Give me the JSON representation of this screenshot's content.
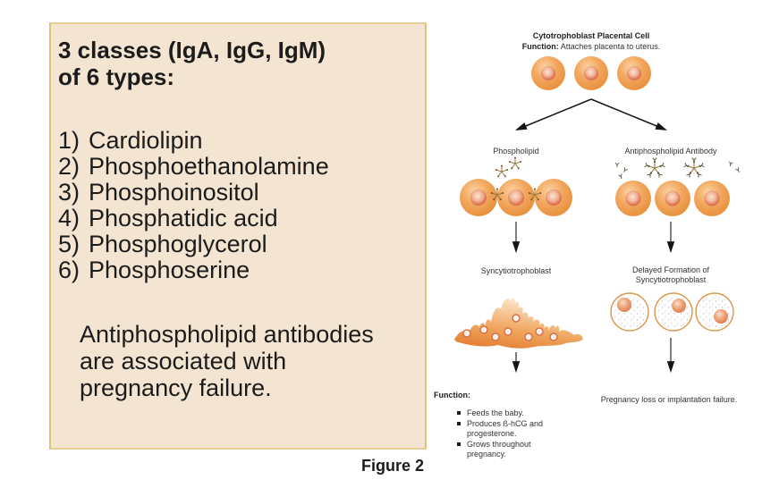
{
  "left_panel": {
    "heading": {
      "line1": "3 classes (IgA, IgG, IgM)",
      "line2": "of 6 types:"
    },
    "items": [
      {
        "num": "1)",
        "label": "Cardiolipin"
      },
      {
        "num": "2)",
        "label": "Phosphoethanolamine"
      },
      {
        "num": "3)",
        "label": "Phosphoinositol"
      },
      {
        "num": "4)",
        "label": "Phosphatidic acid"
      },
      {
        "num": "5)",
        "label": "Phosphoglycerol"
      },
      {
        "num": "6)",
        "label": "Phosphoserine"
      }
    ],
    "note": {
      "line1": "Antiphospholipid antibodies",
      "line2": "are associated with",
      "line3": "pregnancy failure."
    }
  },
  "figure_caption": "Figure 2",
  "diagram": {
    "header": {
      "title": "Cytotrophoblast Placental Cell",
      "function_label": "Function:",
      "function_text": " Attaches placenta to uterus."
    },
    "left_branch": {
      "label": "Phospholipid",
      "stage_label": "Syncytiotrophoblast",
      "function_heading": "Function:",
      "bullets": [
        "Feeds the baby.",
        "Produces ß-hCG and progesterone.",
        "Grows throughout pregnancy."
      ]
    },
    "right_branch": {
      "label": "Antiphospholipid Antibody",
      "stage_label_line1": "Delayed Formation of",
      "stage_label_line2": "Syncytiotrophoblast",
      "outcome": "Pregnancy loss or implantation failure."
    }
  },
  "colors": {
    "panel_bg": "#f3e5d1",
    "panel_border": "#e6cd96",
    "cell_orange": "#f0a55d",
    "cell_rim": "#de8430",
    "nucleus_ring": "#d96b4a",
    "molecule_brown": "#96793f",
    "speckle_blue": "#b4c2d6",
    "arrow_black": "#151515",
    "text": "#1c1c1c"
  }
}
